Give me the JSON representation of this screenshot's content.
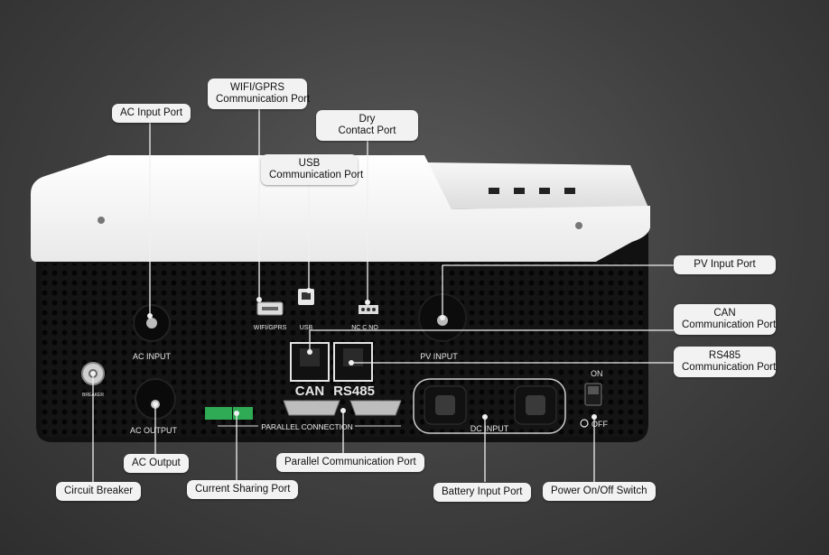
{
  "labels": {
    "wifi": [
      "WIFI/GPRS",
      "Communication Port"
    ],
    "ac_input": [
      "AC Input Port"
    ],
    "dry": [
      "Dry",
      "Contact Port"
    ],
    "usb": [
      "USB",
      "Communication Port"
    ],
    "pv_input": [
      "PV Input Port"
    ],
    "can": [
      "CAN",
      "Communication Port"
    ],
    "rs485": [
      "RS485",
      "Communication Port"
    ],
    "circuit_breaker": [
      "Circuit Breaker"
    ],
    "ac_output": [
      "AC Output"
    ],
    "current_sharing": [
      "Current Sharing Port"
    ],
    "parallel_comm": [
      "Parallel Communication Port"
    ],
    "battery_input": [
      "Battery Input Port"
    ],
    "power_switch": [
      "Power On/Off Switch"
    ]
  },
  "panel_text": {
    "wifi_port": "WIFI/GPRS",
    "usb_port": "USB",
    "dry_contact": "NC  C  NO",
    "ac_input": "AC  INPUT",
    "pv_input": "PV  INPUT",
    "can": "CAN",
    "rs485": "RS485",
    "ac_output": "AC  OUTPUT",
    "parallel": "PARALLEL  CONNECTION",
    "dc_input": "DC INPUT",
    "on": "ON",
    "off": "OFF",
    "breaker": "BREAKER"
  }
}
